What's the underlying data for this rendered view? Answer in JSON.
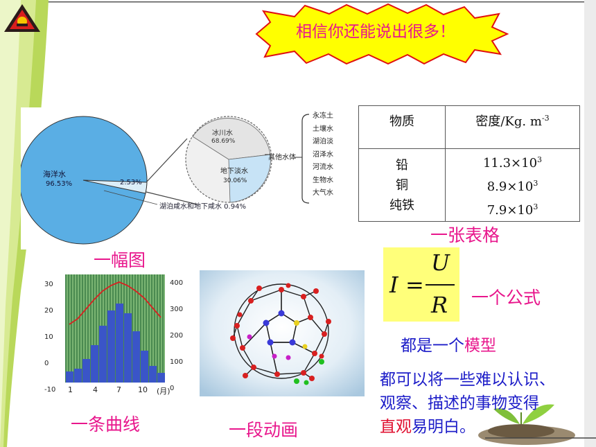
{
  "banner": {
    "text": "相信你还能说出很多！"
  },
  "pie": {
    "main_label": "海洋水",
    "main_percent": "96.53%",
    "small_percent": "2.53%",
    "callout_label": "湖泊咸水和地下咸水 0.94%",
    "zoom_ice_label": "冰川水",
    "zoom_ice_percent": "68.69%",
    "zoom_ground_label": "地下淡水",
    "zoom_ground_percent": "30.06%",
    "other_label": "其他水体",
    "other_items": [
      "永冻土",
      "土壤水",
      "湖泊淡",
      "沼泽水",
      "河流水",
      "生物水",
      "大气水"
    ],
    "caption": "一幅图"
  },
  "table": {
    "header_substance": "物质",
    "header_density": "密度/Kg. m",
    "header_density_exp": "-3",
    "rows": [
      {
        "substance": "铅",
        "value": "11.3×10",
        "exp": "3"
      },
      {
        "substance": "铜",
        "value": "8.9×10",
        "exp": "3"
      },
      {
        "substance": "纯铁",
        "value": "7.9×10",
        "exp": "3"
      }
    ],
    "caption": "一张表格"
  },
  "formula": {
    "lhs": "I",
    "eq": "=",
    "num": "U",
    "den": "R",
    "caption": "一个公式"
  },
  "climate": {
    "left_ticks": [
      "30",
      "20",
      "10",
      "0",
      "-10"
    ],
    "right_ticks": [
      "400",
      "300",
      "200",
      "100",
      "0"
    ],
    "x_ticks": [
      "1",
      "4",
      "7",
      "10"
    ],
    "x_unit": "(月)",
    "caption": "一条曲线"
  },
  "animation": {
    "caption": "一段动画"
  },
  "text": {
    "model_prefix": "都是一个",
    "model_word": "模型",
    "line1": "都可以将一些难以认识、",
    "line2": "观察、描述的事物变得",
    "line3_red": "直观",
    "line3_rest": "易明白。"
  }
}
